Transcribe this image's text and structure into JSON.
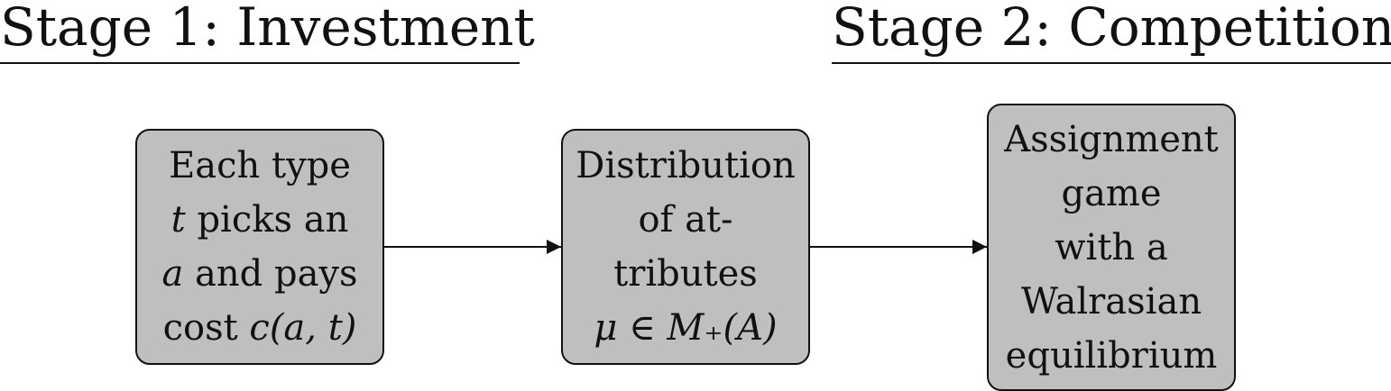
{
  "stages": {
    "stage1_title": "Stage 1: Investment",
    "stage2_title": "Stage 2: Competition"
  },
  "nodes": {
    "investment": {
      "line1": "Each type",
      "line2_var": "t",
      "line2_text": " picks an",
      "line3_var": "a",
      "line3_text": " and pays",
      "line4_text": "cost ",
      "line4_math": "c(a, t)"
    },
    "distribution": {
      "line1": "Distribution",
      "line2": "of at-",
      "line3": "tributes",
      "line4_math": "μ ∈ M₊(A)"
    },
    "assignment": {
      "line1": "Assignment",
      "line2": "game",
      "line3": "with a",
      "line4": "Walrasian",
      "line5": "equilibrium"
    }
  },
  "colors": {
    "node_fill": "#bfbfbf",
    "stroke": "#111111",
    "background": "#ffffff"
  }
}
